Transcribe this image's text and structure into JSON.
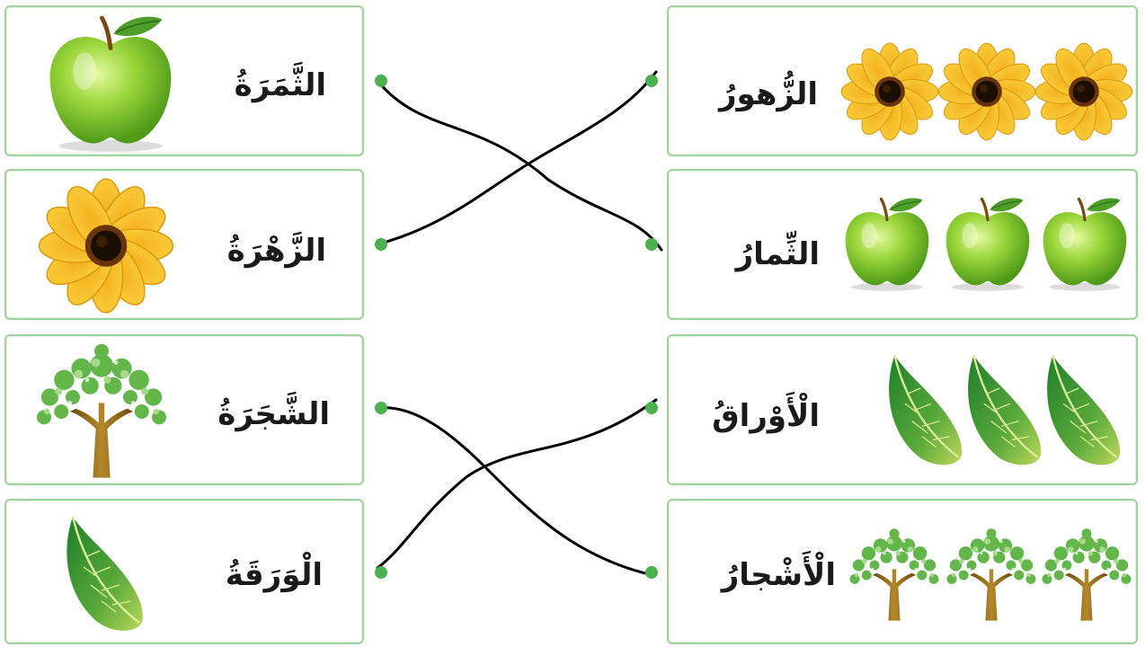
{
  "colors": {
    "card_border": "#9fd49c",
    "dot": "#4caf50",
    "line": "#000000"
  },
  "left_cards": [
    {
      "word": "الثَّمَرَةُ",
      "icon": "apple-icon"
    },
    {
      "word": "الزَّهْرَةُ",
      "icon": "flower-icon"
    },
    {
      "word": "الشَّجَرَةُ",
      "icon": "tree-icon"
    },
    {
      "word": "الْوَرَقَةُ",
      "icon": "leaf-icon"
    }
  ],
  "right_cards": [
    {
      "word": "الزُّهورُ",
      "icon": "flower-icon"
    },
    {
      "word": "الثِّمارُ",
      "icon": "apple-icon"
    },
    {
      "word": "الْأَوْراقُ",
      "icon": "leaf-icon"
    },
    {
      "word": "الْأَشْجارُ",
      "icon": "tree-icon"
    }
  ],
  "matches": [
    {
      "left": "الثَّمَرَةُ",
      "right": "الثِّمارُ"
    },
    {
      "left": "الزَّهْرَةُ",
      "right": "الزُّهورُ"
    },
    {
      "left": "الشَّجَرَةُ",
      "right": "الْأَشْجارُ"
    },
    {
      "left": "الْوَرَقَةُ",
      "right": "الْأَوْراقُ"
    }
  ]
}
